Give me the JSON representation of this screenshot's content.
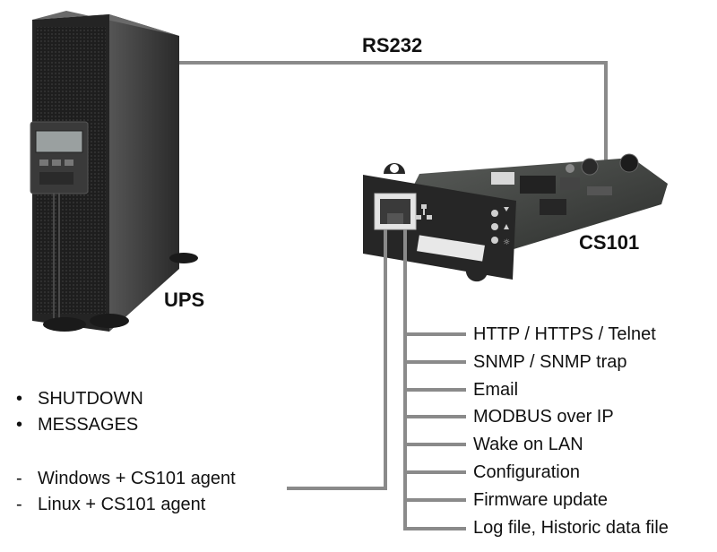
{
  "labels": {
    "rs232": "RS232",
    "ups": "UPS",
    "cs101": "CS101"
  },
  "bullets": [
    "SHUTDOWN",
    "MESSAGES"
  ],
  "agents": [
    "Windows + CS101 agent",
    "Linux + CS101 agent"
  ],
  "features": [
    "HTTP / HTTPS / Telnet",
    "SNMP / SNMP trap",
    "Email",
    "MODBUS over IP",
    "Wake on LAN",
    "Configuration",
    "Firmware update",
    "Log file, Historic data file"
  ],
  "markers": {
    "bullet": "•",
    "dash": "-"
  },
  "colors": {
    "cable": "#8a8a8a",
    "ups_body": "#2e2e2e",
    "card_pcb": "#3c3f3c",
    "bracket": "#2a2a2a"
  }
}
